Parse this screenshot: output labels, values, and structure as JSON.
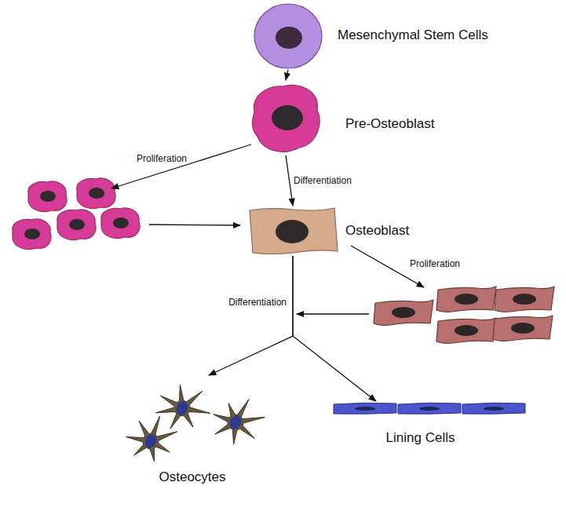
{
  "diagram": {
    "nodes": [
      {
        "text": [
          "Mesenchymal Stem Cells"
        ]
      },
      {
        "text": [
          "Pre-Osteoblast"
        ]
      },
      {
        "text": [
          "Osteoblast"
        ]
      },
      {
        "text": [
          "Osteocytes"
        ]
      },
      {
        "text": [
          "Lining Cells"
        ]
      }
    ],
    "edges": [
      {
        "from": 0,
        "to": 1,
        "arrow": "to"
      },
      {
        "from": 1,
        "to": 2,
        "label": "Differentiation",
        "arrow": "to"
      },
      {
        "from": 2,
        "to": 3,
        "label": "Differentiation",
        "arrow": "to"
      },
      {
        "from": 2,
        "to": 4,
        "arrow": "to"
      }
    ],
    "labels": [
      "Proliferation",
      "Proliferation"
    ]
  }
}
